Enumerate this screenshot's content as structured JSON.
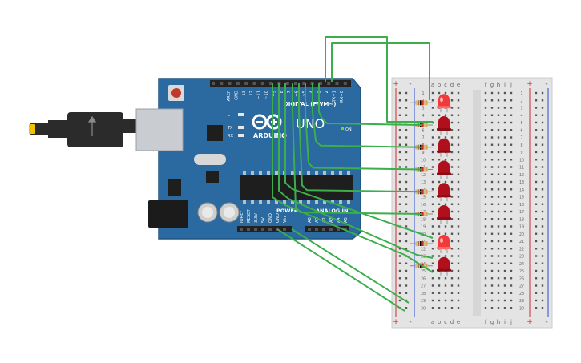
{
  "arduino": {
    "brand": "ARDUINO",
    "model": "UNO",
    "digital_header": "DIGITAL (PWM~)",
    "power_header": "POWER",
    "analog_header": "ANALOG IN",
    "on_label": "ON",
    "led_labels": [
      "L",
      "TX",
      "RX"
    ],
    "top_pins": [
      "AREF",
      "GND",
      "13",
      "12",
      "~11",
      "~10",
      "~9",
      "8",
      "7",
      "~6",
      "~5",
      "4",
      "~3",
      "2",
      "TX+1",
      "RX+0"
    ],
    "power_pins": [
      "IOREF",
      "RESET",
      "3.3V",
      "5V",
      "GND",
      "GND",
      "Vin"
    ],
    "analog_pins": [
      "A0",
      "A1",
      "A2",
      "A3",
      "A4",
      "A5"
    ]
  },
  "breadboard": {
    "columns_left": [
      "a",
      "b",
      "c",
      "d",
      "e"
    ],
    "columns_right": [
      "f",
      "g",
      "h",
      "i",
      "j"
    ],
    "rail_plus": "+",
    "rail_minus": "-",
    "rows": 30
  },
  "leds": [
    {
      "row": 2,
      "state": "on"
    },
    {
      "row": 5,
      "state": "off"
    },
    {
      "row": 8,
      "state": "off"
    },
    {
      "row": 11,
      "state": "off"
    },
    {
      "row": 14,
      "state": "off"
    },
    {
      "row": 17,
      "state": "off"
    },
    {
      "row": 21,
      "state": "on"
    },
    {
      "row": 24,
      "state": "off"
    }
  ],
  "colors": {
    "board": "#2a6aa0",
    "board_dark": "#1f5482",
    "breadboard": "#e4e4e4",
    "wire": "#3cae4c",
    "led_on": "#f23a3a",
    "led_off": "#b0101c",
    "rail_red": "#d42a2a",
    "rail_blue": "#2a4ad4",
    "usb": "#2b2b2b"
  }
}
